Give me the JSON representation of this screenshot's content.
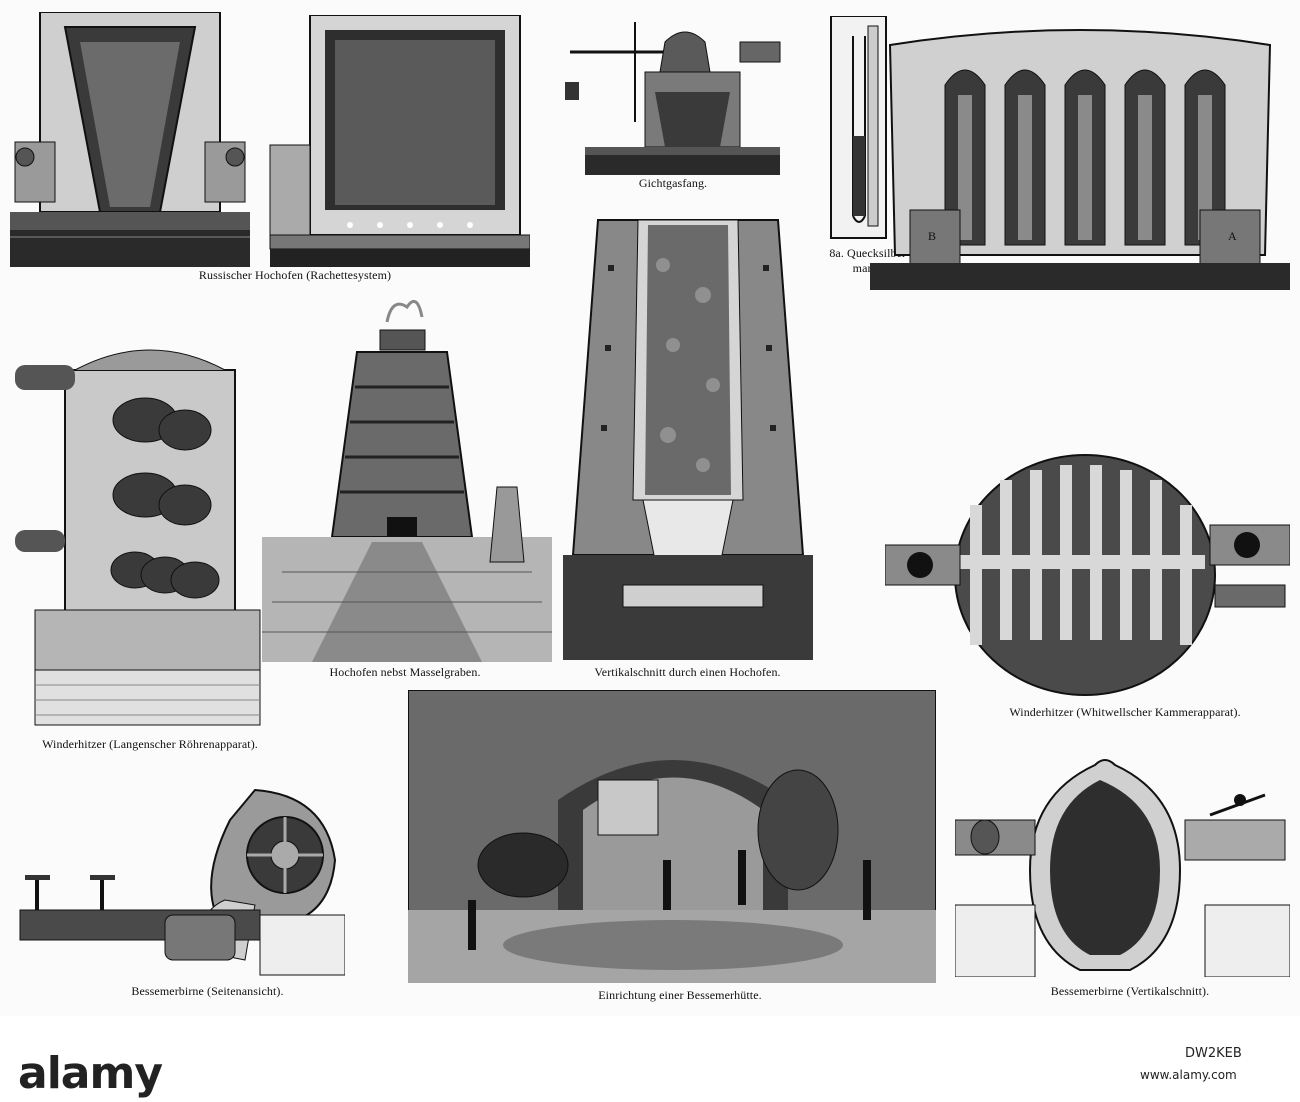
{
  "captions": {
    "russischer_hochofen": "Russischer Hochofen (Rachettesystem)",
    "gichtgasfang": "Gichtgasfang.",
    "quecksilber_line1": "8a. Quecksilber-",
    "quecksilber_line2": "manometer.",
    "hochofen_masselgraben": "Hochofen nebst Masselgraben.",
    "vertikalschnitt": "Vertikalschnitt durch einen Hochofen.",
    "winderhitzer_langen": "Winderhitzer (Langenscher Röhrenapparat).",
    "winderhitzer_whitwell": "Winderhitzer (Whitwellscher Kammerapparat).",
    "bessemer_seiten": "Bessemerbirne (Seitenansicht).",
    "einrichtung": "Einrichtung einer Bessemerhütte.",
    "bessemer_vertikal": "Bessemerbirne (Vertikalschnitt)."
  },
  "labels": {
    "a": "A",
    "b": "B"
  },
  "footer": {
    "logo": "alamy",
    "image_id": "DW2KEB",
    "site": "www.alamy.com"
  },
  "colors": {
    "ink": "#111111",
    "paper": "#fbfbfb",
    "fill_dark": "#3a3a3a",
    "fill_mid": "#7a7a7a",
    "fill_light": "#c8c8c8"
  }
}
